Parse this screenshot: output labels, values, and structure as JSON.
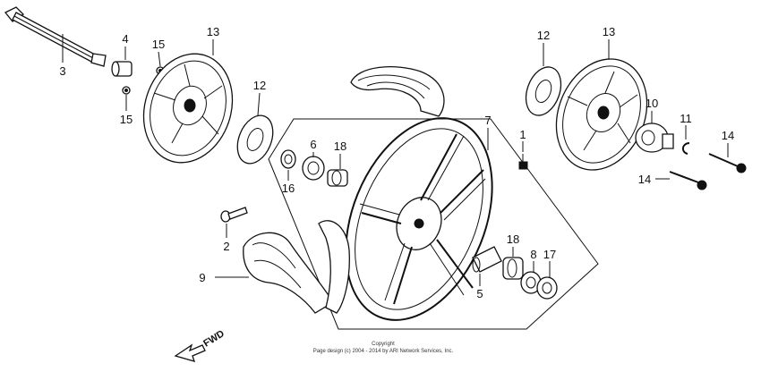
{
  "callouts": {
    "c1": "1",
    "c2": "2",
    "c3": "3",
    "c4": "4",
    "c5": "5",
    "c6": "6",
    "c7": "7",
    "c8": "8",
    "c9": "9",
    "c10": "10",
    "c11": "11",
    "c12a": "12",
    "c12b": "12",
    "c13a": "13",
    "c13b": "13",
    "c14a": "14",
    "c14b": "14",
    "c15a": "15",
    "c15b": "15",
    "c16": "16",
    "c17": "17",
    "c18a": "18",
    "c18b": "18"
  },
  "direction_label": "FWD",
  "copyright": {
    "line1": "Copyright",
    "line2": "Page design (c) 2004 - 2014 by ARI Network Services, Inc."
  }
}
